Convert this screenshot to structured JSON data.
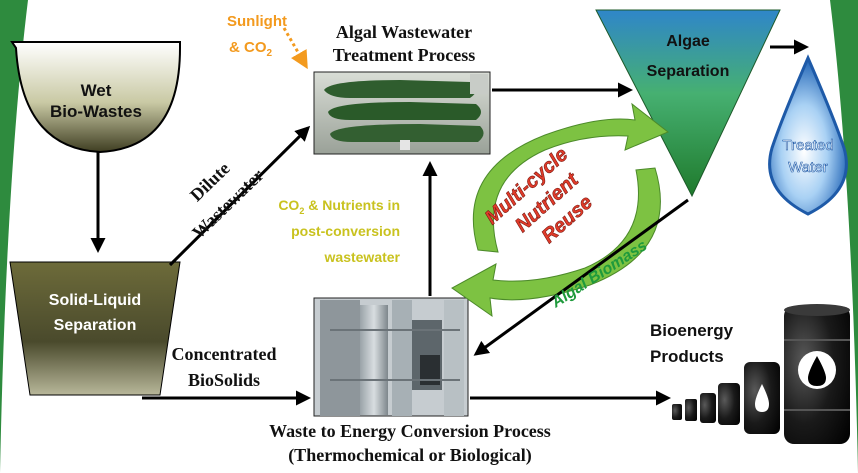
{
  "nodes": {
    "wet_biowastes": [
      "Wet",
      "Bio-Wastes"
    ],
    "solid_liquid": [
      "Solid-Liquid",
      "Separation"
    ],
    "algal_treatment": [
      "Algal Wastewater",
      "Treatment Process"
    ],
    "algae_separation": [
      "Algae",
      "Separation"
    ],
    "treated_water": [
      "Treated",
      "Water"
    ],
    "waste_to_energy": [
      "Waste to Energy Conversion Process",
      "(Thermochemical or Biological)"
    ],
    "bioenergy_products": [
      "Bioenergy",
      "Products"
    ]
  },
  "labels": {
    "sunlight": "Sunlight",
    "co2_prefix": "& CO",
    "co2_sub": "2",
    "dilute_wastewater": [
      "Dilute",
      "Wastewater"
    ],
    "concentrated_biosolids": [
      "Concentrated",
      "BioSolids"
    ],
    "nutrients": {
      "co_prefix": "CO",
      "sub": "2",
      "line1_rest": " & Nutrients in",
      "line2": "post-conversion",
      "line3": "wastewater"
    },
    "algal_biomass": "Algal Biomass",
    "multi_cycle": [
      "Multi-cycle",
      "Nutrient",
      "Reuse"
    ]
  },
  "colors": {
    "border_green": "#2e8b3e",
    "sunlight_orange": "#f39a1e",
    "nutrient_yellow": "#c9c21f",
    "biomass_green": "#1f9a3c",
    "cycle_arrow_green": "#7dc242",
    "cycle_text_red": "#e23b2a",
    "water_blue": "#3d8fd8",
    "hopper_dark": "#4b4a2b"
  }
}
